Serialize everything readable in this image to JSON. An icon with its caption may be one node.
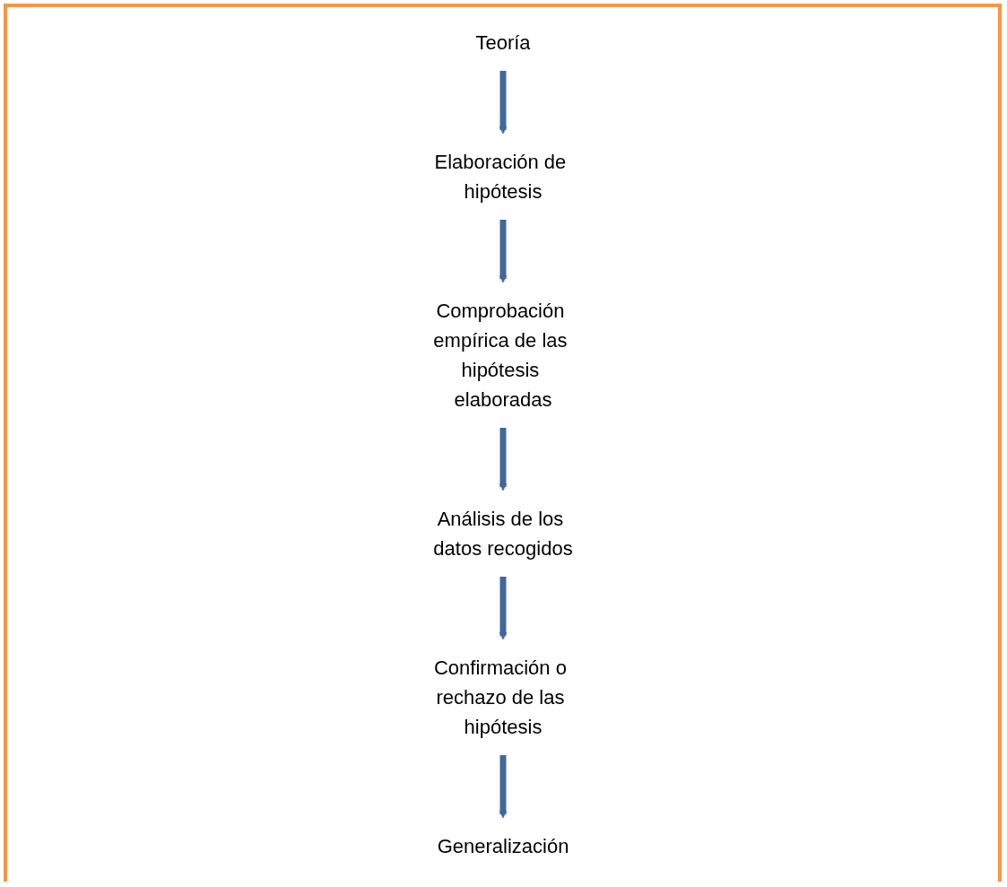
{
  "diagram": {
    "nodes": [
      {
        "text": [
          "Teoría"
        ]
      },
      {
        "text": [
          "Elaboración de hipótesis"
        ]
      },
      {
        "text": [
          "Comprobación empírica de las hipótesis elaboradas"
        ]
      },
      {
        "text": [
          "Análisis de los datos recogidos"
        ]
      },
      {
        "text": [
          "Confirmación o rechazo de las hipótesis"
        ]
      },
      {
        "text": [
          "Generalización"
        ]
      }
    ],
    "edges": [
      {
        "from": 0,
        "to": 1,
        "arrow": "to"
      },
      {
        "from": 1,
        "to": 2,
        "arrow": "to"
      },
      {
        "from": 2,
        "to": 3,
        "arrow": "to"
      },
      {
        "from": 3,
        "to": 4,
        "arrow": "to"
      },
      {
        "from": 4,
        "to": 5,
        "arrow": "to"
      }
    ]
  }
}
